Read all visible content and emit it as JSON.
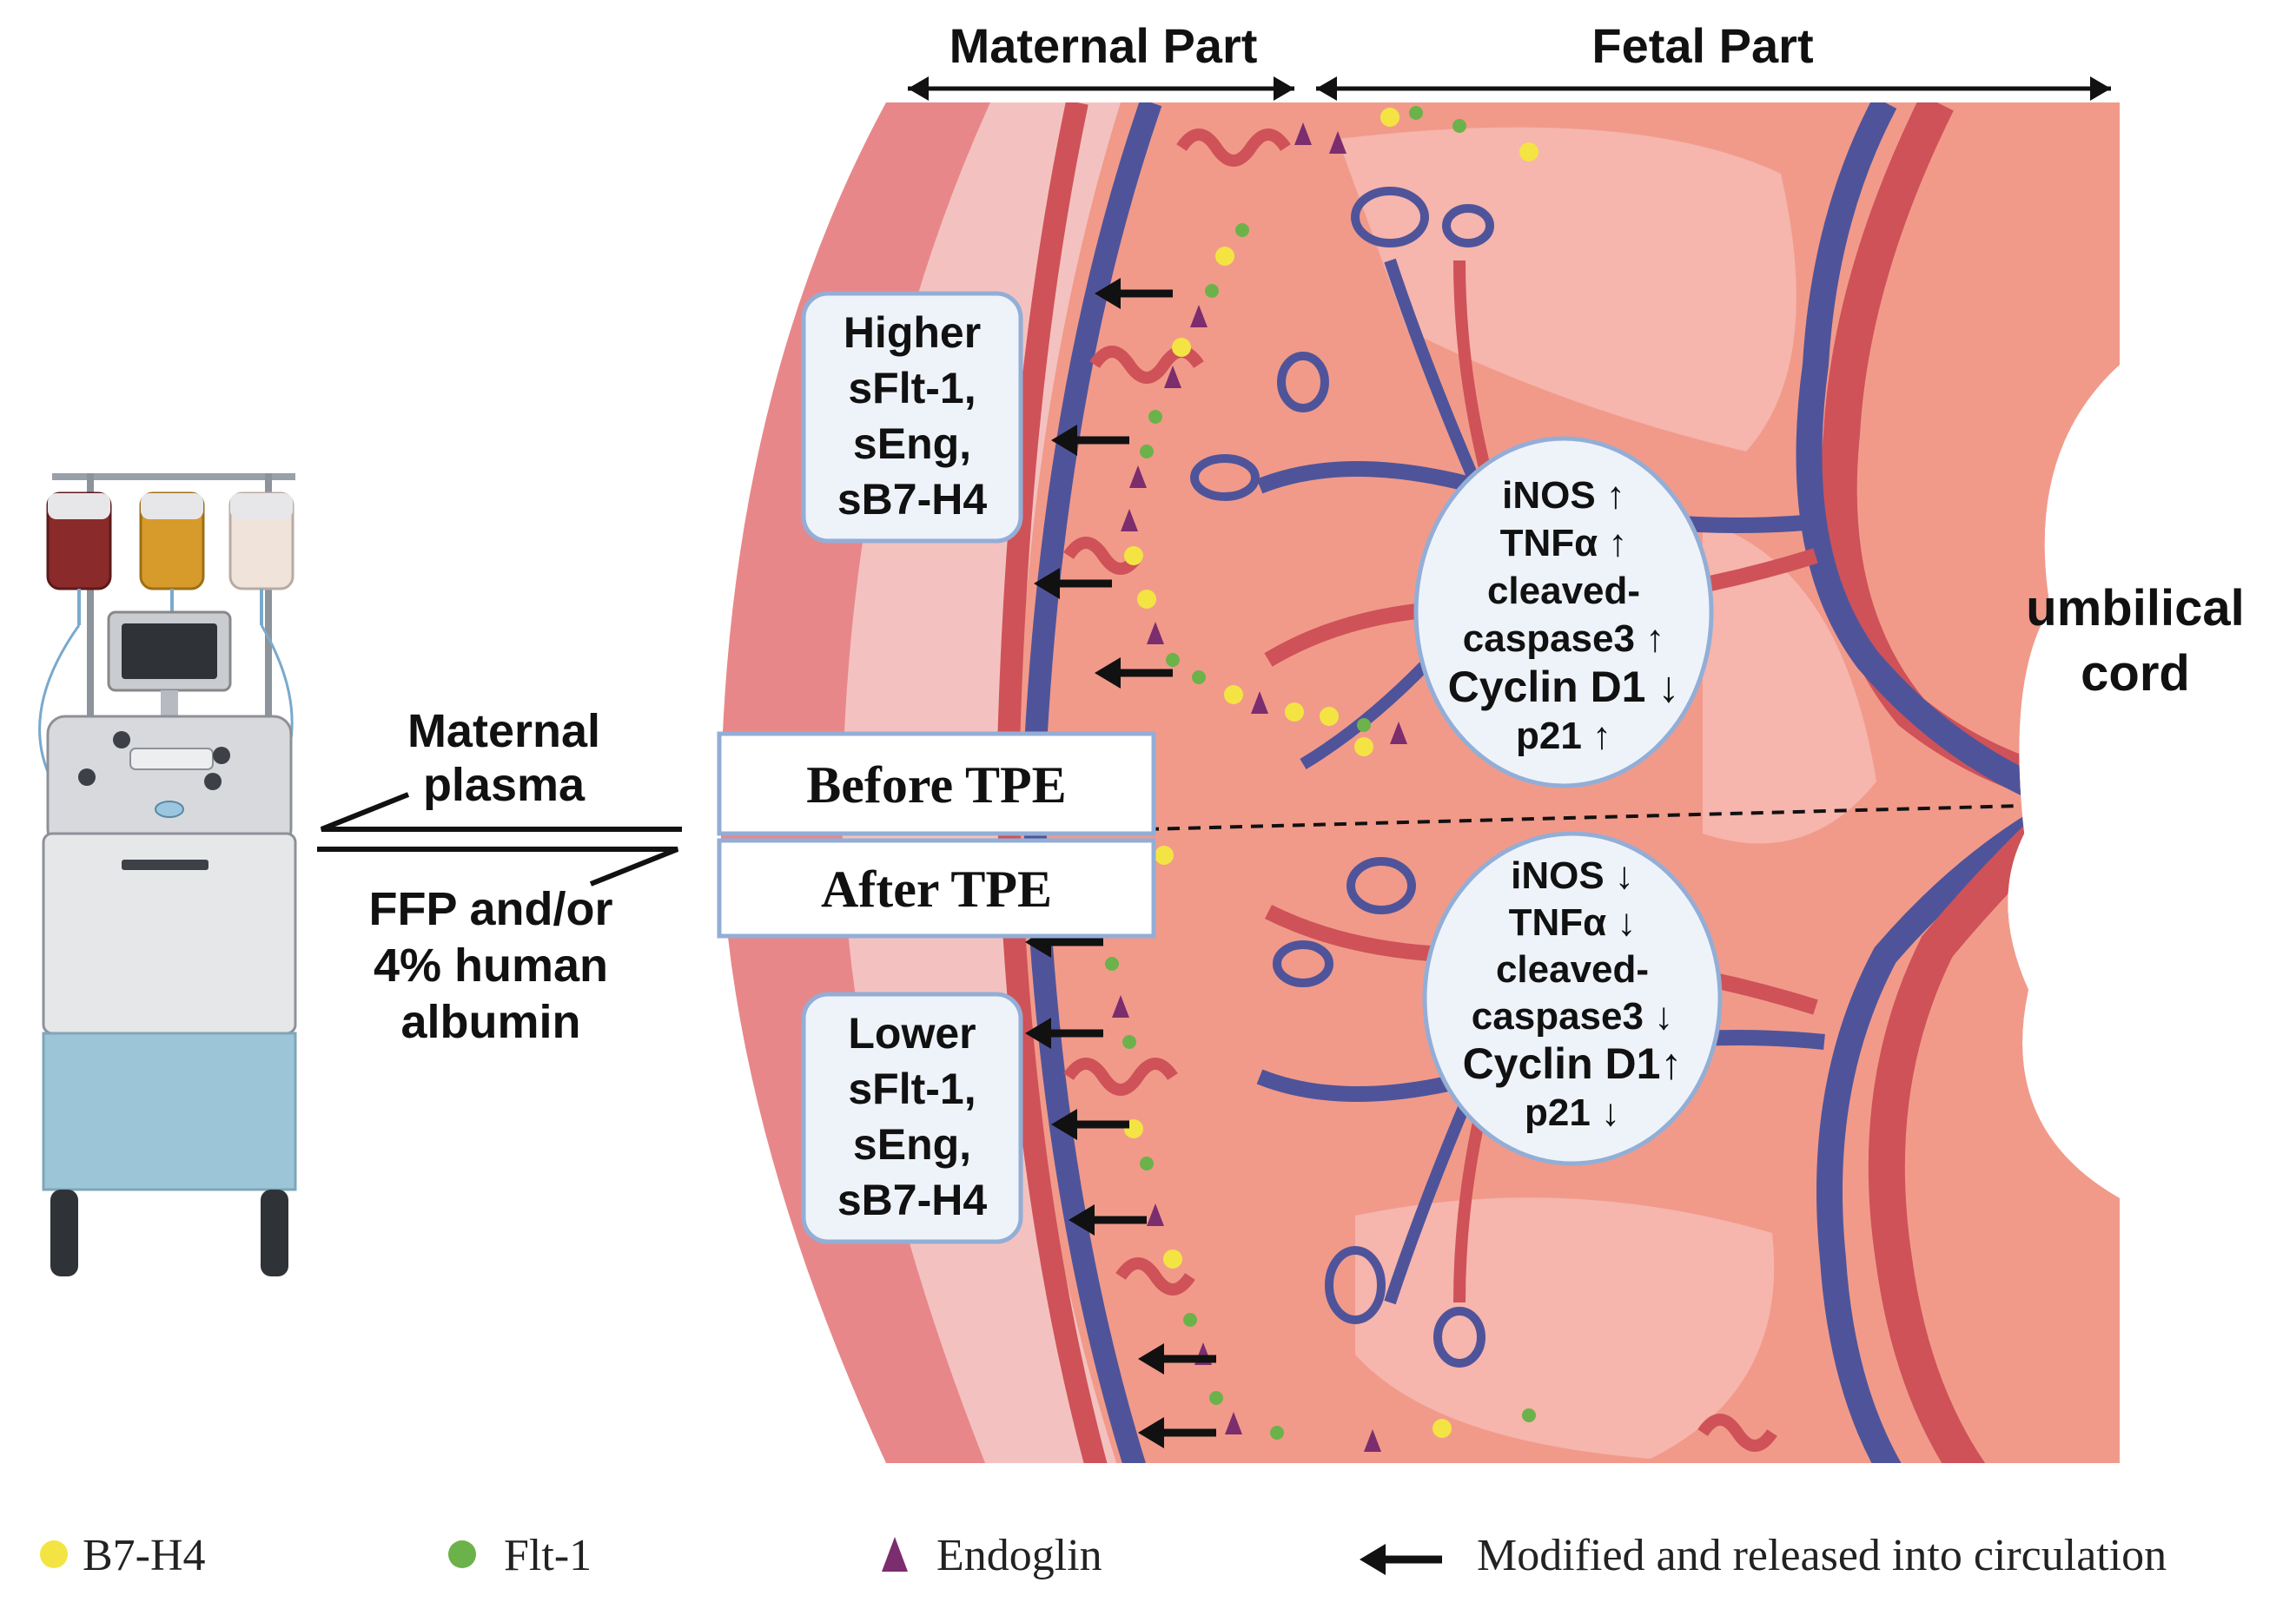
{
  "header": {
    "maternal_part": "Maternal Part",
    "fetal_part": "Fetal Part"
  },
  "labels": {
    "umbilical_cord_line1": "umbilical",
    "umbilical_cord_line2": "cord",
    "maternal_plasma_line1": "Maternal",
    "maternal_plasma_line2": "plasma",
    "replacement_line1": "FFP and/or",
    "replacement_line2": "4% human",
    "replacement_line3": "albumin",
    "before_tpe": "Before TPE",
    "after_tpe": "After TPE"
  },
  "higher_box": [
    "Higher",
    "sFlt-1,",
    "sEng,",
    "sB7-H4"
  ],
  "lower_box": [
    "Lower",
    "sFlt-1,",
    "sEng,",
    "sB7-H4"
  ],
  "before_markers": [
    "iNOS ↑",
    "TNFα ↑",
    "cleaved-",
    "caspase3 ↑",
    "Cyclin D1 ↓",
    "p21 ↑"
  ],
  "after_markers": [
    "iNOS  ↓",
    "TNFα ↓",
    "cleaved-",
    "caspase3 ↓",
    "Cyclin D1↑",
    "p21 ↓"
  ],
  "legend": {
    "b7h4": "B7-H4",
    "flt1": "Flt-1",
    "endoglin": "Endoglin",
    "arrow": "Modified and released into circulation"
  },
  "colors": {
    "b7h4": "#f4e443",
    "flt1": "#6cb24a",
    "endoglin": "#7b2d6e",
    "artery": "#cf5258",
    "vein": "#4f549a",
    "tissue": "#f19a8a",
    "outer_band": "#e8878a",
    "decidua": "#f3c2c0",
    "box_fill": "#eef3fa",
    "box_border": "#93aed6"
  }
}
